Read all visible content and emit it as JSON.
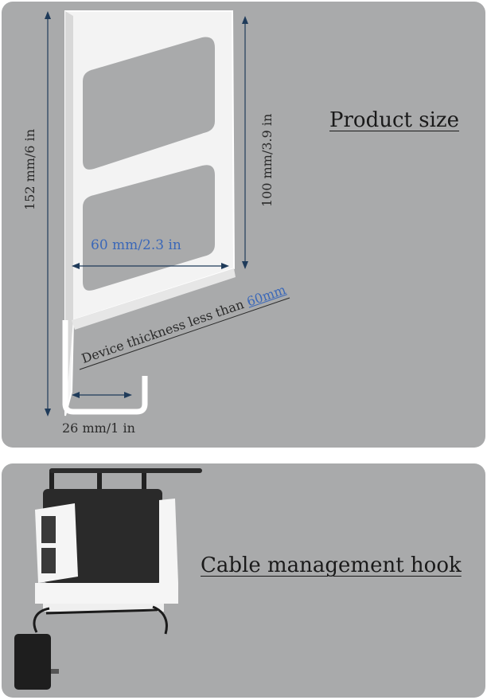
{
  "top_panel": {
    "title": "Product size",
    "height_dim": "152 mm/6 in",
    "inner_height_dim": "100 mm/3.9 in",
    "width_dim": "60 mm/2.3 in",
    "hook_dim": "26 mm/1 in",
    "thickness_prefix": "Device thickness less than ",
    "thickness_value": "60mm"
  },
  "bottom_panel": {
    "title": "Cable management hook"
  },
  "colors": {
    "panel": "#a9aaab",
    "accent_blue": "#3b68b8",
    "arrow": "#1f3b5a",
    "holder": "#ffffff",
    "router": "#2a2a2a"
  }
}
